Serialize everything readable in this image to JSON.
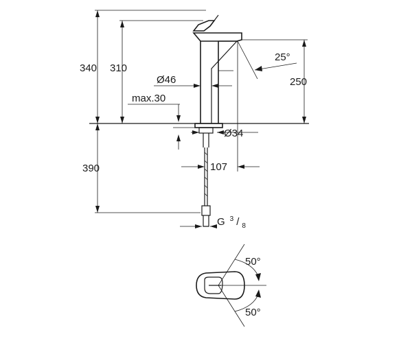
{
  "dimensions": {
    "total_height": "340",
    "spout_height": "310",
    "spout_outlet_height": "250",
    "spout_angle": "25°",
    "body_diameter": "Ø46",
    "deck_thickness": "max.30",
    "hole_diameter": "Ø34",
    "below_deck_length": "390",
    "projection": "107",
    "connection": {
      "prefix": "G",
      "num": "3",
      "slash": "/",
      "den": "8"
    },
    "lever_angle_top": "50°",
    "lever_angle_bottom": "50°"
  }
}
